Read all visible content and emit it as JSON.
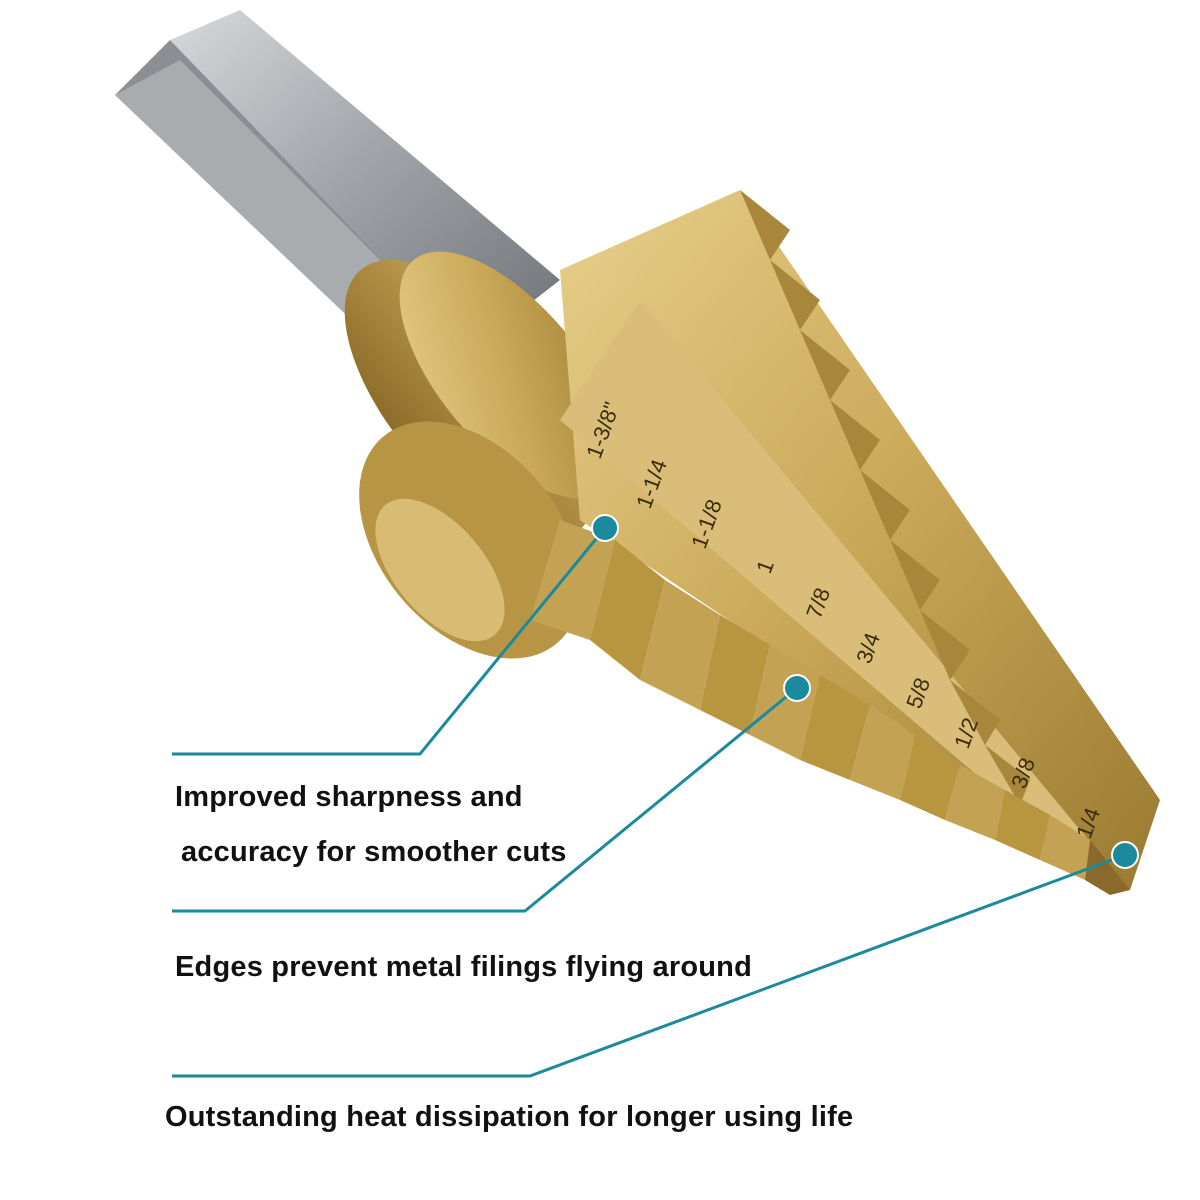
{
  "product": {
    "image_alt": "titanium coated step drill bit with hex shank",
    "size_markings": [
      "1-3/8\"",
      "1-1/4",
      "1-1/8",
      "1",
      "7/8",
      "3/4",
      "5/8",
      "1/2",
      "3/8",
      "1/4"
    ]
  },
  "callouts": {
    "sharpness_line1": "Improved sharpness and",
    "sharpness_line2": "accuracy for smoother cuts",
    "edges": "Edges prevent metal filings flying around",
    "heat": "Outstanding heat dissipation for longer using life"
  },
  "colors": {
    "accent": "#1a8a9c",
    "gold": "#c9a858",
    "shank": "#a8aaad",
    "text": "#111111"
  }
}
